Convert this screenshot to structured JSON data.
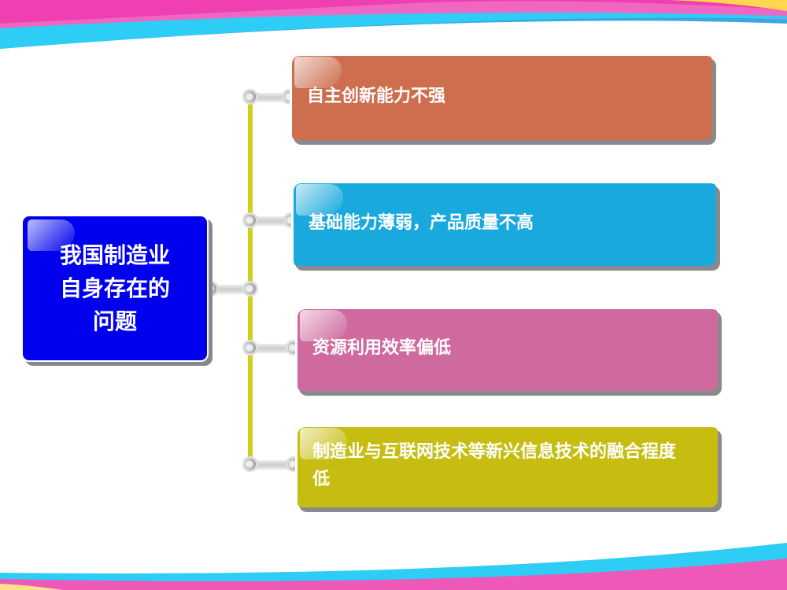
{
  "center_topic": "我国制造业\n自身存在的\n问题",
  "problems": [
    {
      "label": "自主创新能力不强",
      "color": "#cd6e4e"
    },
    {
      "label": "基础能力薄弱，产品质量不高",
      "color": "#19a9dd"
    },
    {
      "label": "资源利用效率偏低",
      "color": "#cf6a9f"
    },
    {
      "label": "制造业与互联网技术等新兴信息技术的融合程度低",
      "color": "#c6bd10"
    }
  ],
  "colors": {
    "center": "#0000ee",
    "connector": "#cfcf1e"
  }
}
